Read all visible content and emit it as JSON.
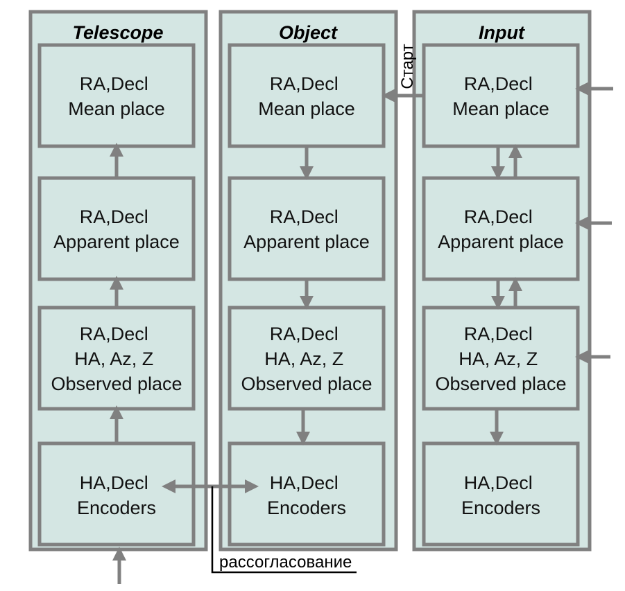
{
  "columns": [
    {
      "title": "Telescope",
      "boxes": [
        {
          "lines": [
            "RA,Decl",
            "Mean place"
          ]
        },
        {
          "lines": [
            "RA,Decl",
            "Apparent place"
          ]
        },
        {
          "lines": [
            "RA,Decl",
            "HA, Az, Z",
            "Observed place"
          ]
        },
        {
          "lines": [
            "HA,Decl",
            "Encoders"
          ]
        }
      ]
    },
    {
      "title": "Object",
      "boxes": [
        {
          "lines": [
            "RA,Decl",
            "Mean place"
          ]
        },
        {
          "lines": [
            "RA,Decl",
            "Apparent place"
          ]
        },
        {
          "lines": [
            "RA,Decl",
            "HA, Az, Z",
            "Observed place"
          ]
        },
        {
          "lines": [
            "HA,Decl",
            "Encoders"
          ]
        }
      ]
    },
    {
      "title": "Input",
      "boxes": [
        {
          "lines": [
            "RA,Decl",
            "Mean place"
          ]
        },
        {
          "lines": [
            "RA,Decl",
            "Apparent place"
          ]
        },
        {
          "lines": [
            "RA,Decl",
            "HA, Az, Z",
            "Observed place"
          ]
        },
        {
          "lines": [
            "HA,Decl",
            "Encoders"
          ]
        }
      ]
    }
  ],
  "labels": {
    "start": "Старт",
    "mismatch": "рассогласование"
  },
  "colors": {
    "fill": "#d4e6e3",
    "stroke": "#808080"
  }
}
